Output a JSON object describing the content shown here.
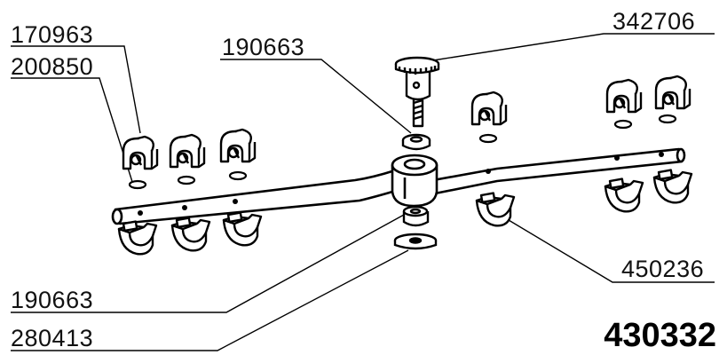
{
  "diagram": {
    "assembly_number": "430332",
    "part_labels": {
      "p170963": "170963",
      "p200850": "200850",
      "p190663_top": "190663",
      "p342706": "342706",
      "p450236": "450236",
      "p190663_bottom": "190663",
      "p280413": "280413"
    }
  }
}
